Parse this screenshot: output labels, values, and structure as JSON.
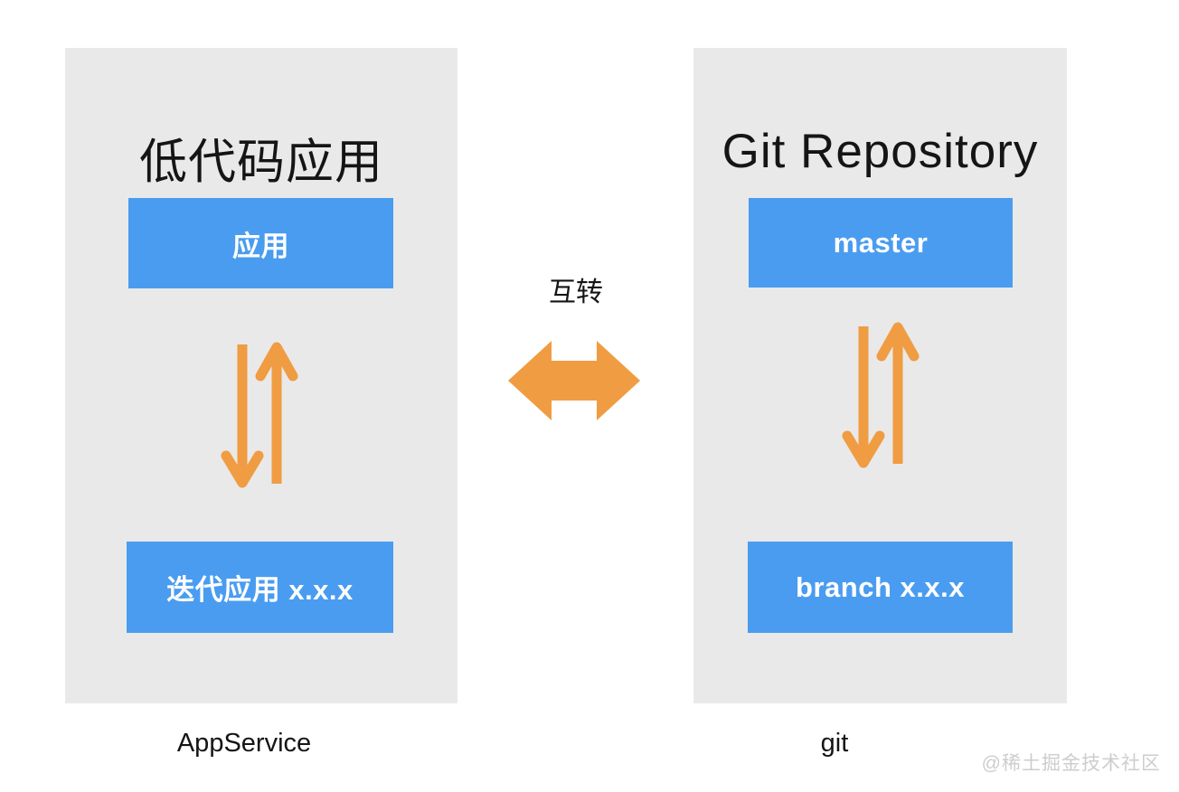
{
  "colors": {
    "bg": "#ffffff",
    "panel_bg": "#e9e9e9",
    "accent_blue": "#4a9cf0",
    "accent_orange": "#f09c42",
    "text_black": "#151515",
    "box_text": "#ffffff",
    "watermark": "#cdcdcd"
  },
  "left_panel": {
    "title": "低代码应用",
    "top_box": "应用",
    "bottom_box": "迭代应用 x.x.x",
    "caption": "AppService"
  },
  "right_panel": {
    "title": "Git Repository",
    "top_box": "master",
    "bottom_box": "branch x.x.x",
    "caption": "git"
  },
  "center": {
    "label": "互转"
  },
  "watermark": "@稀土掘金技术社区",
  "icons": {
    "left_vertical_arrows": "bidirectional-vertical-arrows-icon",
    "right_vertical_arrows": "bidirectional-vertical-arrows-icon",
    "center_arrow": "double-headed-horizontal-arrow-icon"
  }
}
